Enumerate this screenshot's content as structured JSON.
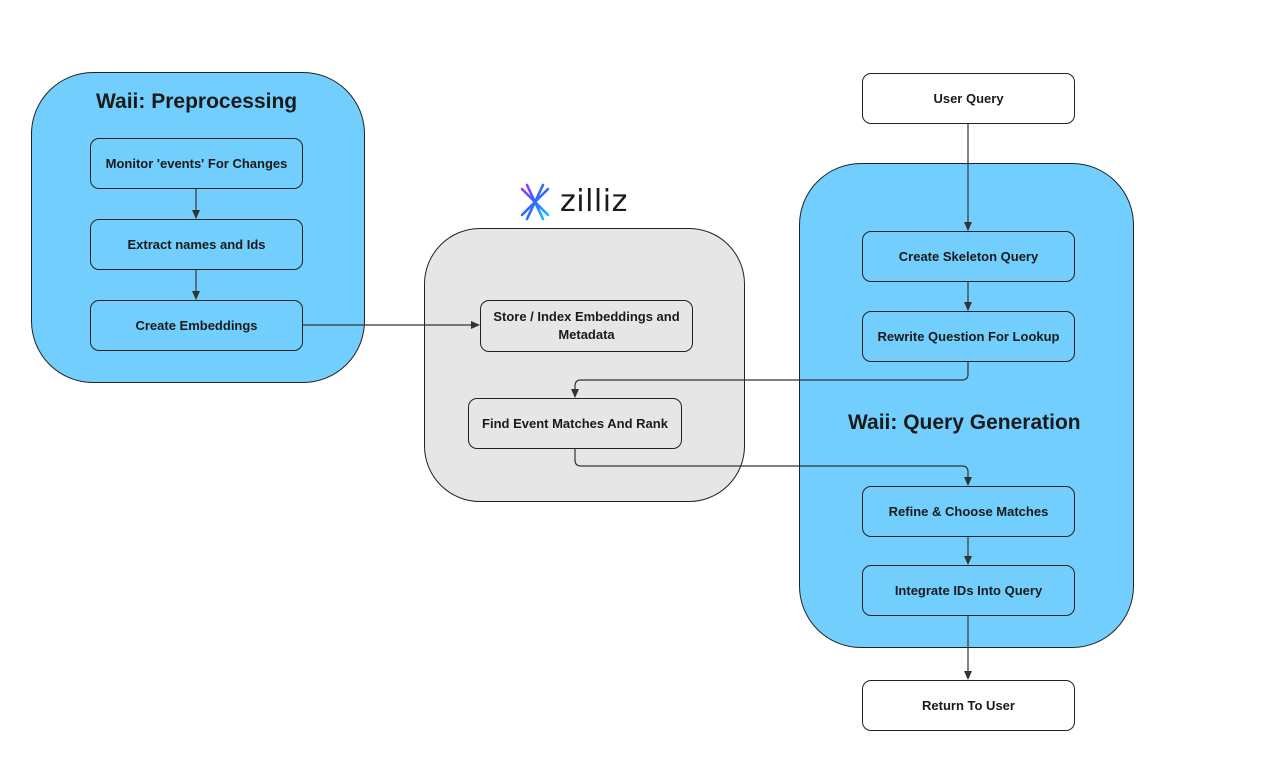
{
  "groups": {
    "preprocessing": {
      "title": "Waii: Preprocessing"
    },
    "zilliz": {
      "logo_text": "zilliz"
    },
    "query_generation": {
      "title": "Waii: Query Generation"
    }
  },
  "nodes": {
    "monitor_events": "Monitor 'events' For  Changes",
    "extract_names": "Extract names and Ids",
    "create_embeddings": "Create Embeddings",
    "store_index": "Store / Index Embeddings and Metadata",
    "find_matches": "Find Event Matches And Rank",
    "user_query": "User Query",
    "create_skeleton": "Create Skeleton Query",
    "rewrite_question": "Rewrite Question For Lookup",
    "refine_choose": "Refine & Choose Matches",
    "integrate_ids": "Integrate IDs Into Query",
    "return_to_user": "Return To User"
  },
  "colors": {
    "group_blue": "#72cffd",
    "group_grey": "#e6e6e6",
    "node_white": "#ffffff",
    "line": "#333333",
    "logo_gradient": [
      "#8b3dff",
      "#2f6bff",
      "#19b8ff"
    ]
  }
}
